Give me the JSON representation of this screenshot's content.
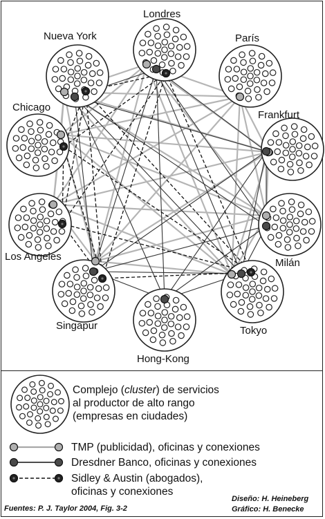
{
  "cities": [
    {
      "id": "londres",
      "label": "Londres"
    },
    {
      "id": "paris",
      "label": "París"
    },
    {
      "id": "frankfurt",
      "label": "Frankfurt"
    },
    {
      "id": "milan",
      "label": "Milán"
    },
    {
      "id": "tokyo",
      "label": "Tokyo"
    },
    {
      "id": "hongkong",
      "label": "Hong-Kong"
    },
    {
      "id": "singapur",
      "label": "Singapur"
    },
    {
      "id": "losangeles",
      "label": "Los Angeles"
    },
    {
      "id": "chicago",
      "label": "Chicago"
    },
    {
      "id": "nuevayork",
      "label": "Nueva York"
    }
  ],
  "networks": {
    "tmp": {
      "color": "#b0b0b0",
      "nodes": [
        "londres",
        "paris",
        "frankfurt",
        "milan",
        "tokyo",
        "singapur",
        "losangeles",
        "chicago",
        "nuevayork"
      ]
    },
    "dresdner": {
      "color": "#4a4a4a",
      "nodes": [
        "londres",
        "frankfurt",
        "milan",
        "tokyo",
        "hongkong",
        "singapur",
        "nuevayork"
      ]
    },
    "sidley": {
      "color": "#222222",
      "nodes": [
        "londres",
        "tokyo",
        "singapur",
        "losangeles",
        "chicago",
        "nuevayork"
      ]
    }
  },
  "legend": {
    "cluster_line1": "Complejo (",
    "cluster_italic": "cluster",
    "cluster_line1_end": ") de servicios",
    "cluster_line2": "al productor de alto rango",
    "cluster_line3": "(empresas en ciudades)",
    "tmp": "TMP (publicidad), oficinas y conexiones",
    "dresdner": "Dresdner Banco, oficinas y conexiones",
    "sidley_line1": "Sidley & Austin (abogados),",
    "sidley_line2": "oficinas y conexiones"
  },
  "credits": {
    "source": "Fuentes: P. J. Taylor 2004, Fig. 3-2",
    "design": "Diseño: H. Heineberg",
    "graphic": "Gráfico: H. Benecke"
  }
}
